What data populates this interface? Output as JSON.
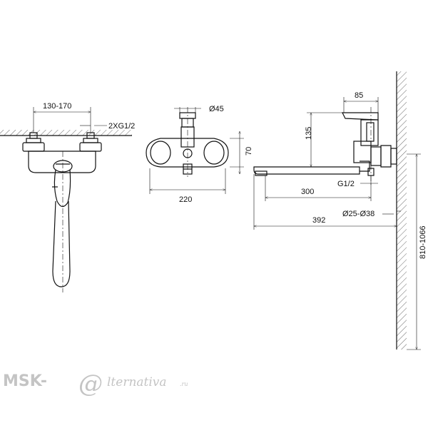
{
  "dimensions": {
    "inlet_spacing": "130-170",
    "inlet_thread": "2XG1/2",
    "diverter_diameter": "Ø45",
    "body_height": "70",
    "body_width": "220",
    "lever_width": "85",
    "spout_height": "135",
    "outlet_thread": "G1/2",
    "spout_reach": "300",
    "spout_diameter": "Ø25-Ø38",
    "total_reach": "392",
    "mounting_height": "810-1066"
  },
  "watermark": {
    "brand_left": "MSK-",
    "brand_at": "@",
    "brand_script": "lternativa",
    "brand_tld": ".ru"
  }
}
